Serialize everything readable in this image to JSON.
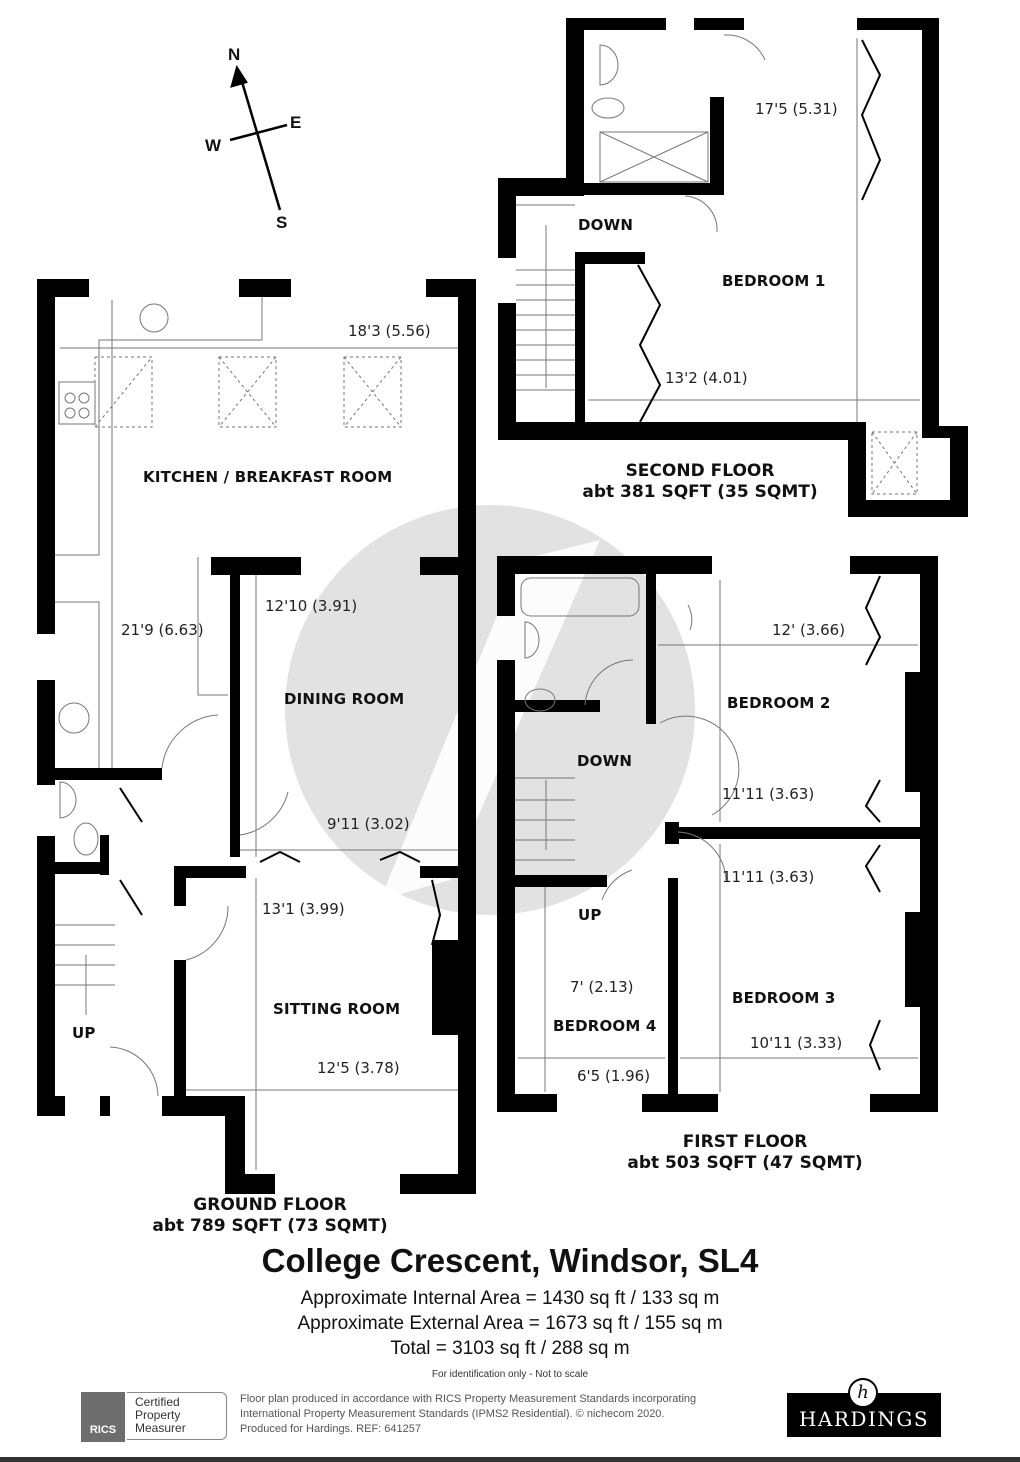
{
  "compass": {
    "n": "N",
    "e": "E",
    "s": "S",
    "w": "W"
  },
  "second_floor": {
    "rooms": [
      {
        "name": "BEDROOM 1",
        "dims": [
          "17'5 (5.31)",
          "13'2 (4.01)"
        ]
      }
    ],
    "stair_label": "DOWN",
    "title": "SECOND FLOOR",
    "area": "abt 381 SQFT (35 SQMT)"
  },
  "first_floor": {
    "rooms": [
      {
        "name": "BEDROOM 2",
        "dims": [
          "12' (3.66)",
          "11'11 (3.63)"
        ]
      },
      {
        "name": "BEDROOM 3",
        "dims": [
          "11'11 (3.63)",
          "10'11 (3.33)"
        ]
      },
      {
        "name": "BEDROOM 4",
        "dims": [
          "7' (2.13)",
          "6'5 (1.96)"
        ]
      }
    ],
    "stair_down": "DOWN",
    "stair_up": "UP",
    "title": "FIRST FLOOR",
    "area": "abt 503 SQFT (47 SQMT)"
  },
  "ground_floor": {
    "rooms": [
      {
        "name": "KITCHEN / BREAKFAST ROOM",
        "dims": [
          "18'3 (5.56)",
          "21'9 (6.63)"
        ]
      },
      {
        "name": "DINING ROOM",
        "dims": [
          "12'10 (3.91)",
          "9'11 (3.02)"
        ]
      },
      {
        "name": "SITTING ROOM",
        "dims": [
          "13'1 (3.99)",
          "12'5 (3.78)"
        ]
      }
    ],
    "stair_up": "UP",
    "title": "GROUND FLOOR",
    "area": "abt 789 SQFT (73 SQMT)"
  },
  "property": {
    "title": "College Crescent, Windsor, SL4",
    "internal_area": "Approximate Internal Area = 1430 sq ft / 133 sq m",
    "external_area": "Approximate External Area = 1673 sq ft / 155 sq m",
    "total": "Total = 3103 sq ft / 288 sq m",
    "note": "For identification only - Not to scale"
  },
  "footer": {
    "rics_badge": "RICS",
    "rics_cert": [
      "Certified",
      "Property",
      "Measurer"
    ],
    "disclaimer": [
      "Floor plan produced in accordance with RICS Property Measurement Standards incorporating",
      "International Property Measurement Standards (IPMS2 Residential).   © nichecom 2020.",
      "Produced for Hardings.   REF:  641257"
    ],
    "brand": "HARDINGS",
    "brand_mark": "h"
  },
  "colors": {
    "wall": "#000000",
    "watermark": "#e2e2e2",
    "line": "#555555"
  }
}
